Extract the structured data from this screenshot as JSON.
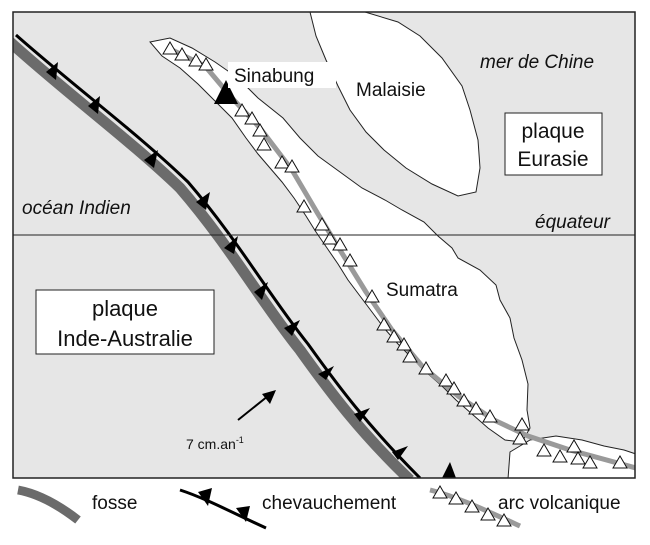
{
  "map": {
    "labels": {
      "sea_china": "mer de Chine",
      "ocean_indian": "océan Indien",
      "equator": "équateur",
      "malaysia": "Malaisie",
      "sumatra": "Sumatra",
      "sinabung": "Sinabung",
      "speed": "7 cm.an",
      "speed_exp": "-1"
    },
    "plates": {
      "eurasia_line1": "plaque",
      "eurasia_line2": "Eurasie",
      "india_line1": "plaque",
      "india_line2": "Inde-Australie"
    },
    "colors": {
      "sea": "#e6e6e6",
      "land": "#ffffff",
      "trench": "#6b6b6b",
      "thrust": "#000000",
      "arc": "#9a9a9a"
    }
  },
  "legend": {
    "trench": "fosse",
    "thrust": "chevauchement",
    "arc": "arc volcanique"
  }
}
